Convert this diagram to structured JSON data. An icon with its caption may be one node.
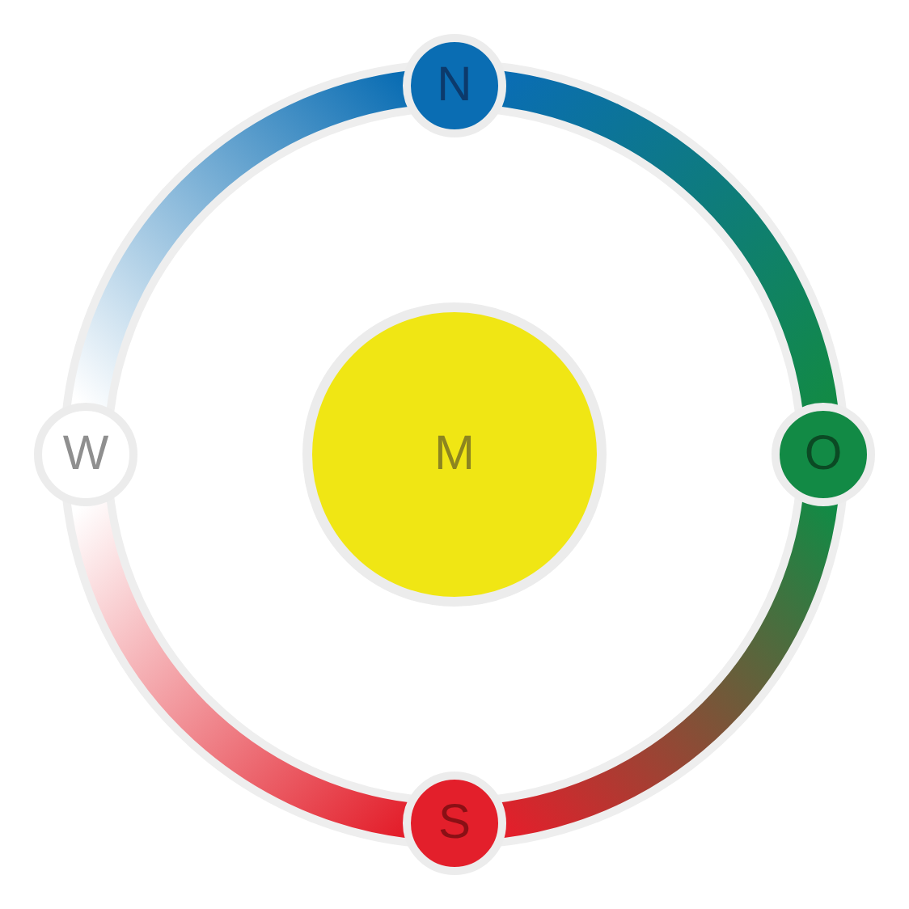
{
  "diagram": {
    "nodes": [
      {
        "text": [
          "N"
        ]
      },
      {
        "text": [
          "W"
        ]
      },
      {
        "text": [
          "M"
        ]
      },
      {
        "text": [
          "O"
        ]
      },
      {
        "text": [
          "S"
        ]
      }
    ],
    "edges": [
      {
        "from": 0,
        "to": 3,
        "arrow": "none"
      },
      {
        "from": 3,
        "to": 4,
        "arrow": "none"
      },
      {
        "from": 4,
        "to": 1,
        "arrow": "none"
      },
      {
        "from": 1,
        "to": 0,
        "arrow": "none"
      }
    ]
  }
}
